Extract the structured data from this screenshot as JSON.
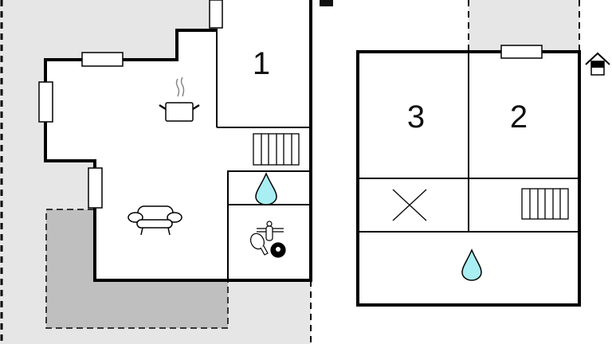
{
  "floorplan": {
    "rooms": [
      {
        "label": "1",
        "type": "bedroom"
      },
      {
        "label": "2",
        "type": "bedroom"
      },
      {
        "label": "3",
        "type": "bedroom"
      }
    ],
    "icons": [
      "kitchen-pot-icon",
      "sofa-icon",
      "radiator-icon",
      "water-drop-icon",
      "games-room-icon",
      "toilet-x-icon",
      "entrance-icon"
    ]
  },
  "colors": {
    "outdoor": "#e6e6e6",
    "terrace": "#bfbfbf",
    "water": "#a8eef2",
    "wall": "#000000"
  }
}
